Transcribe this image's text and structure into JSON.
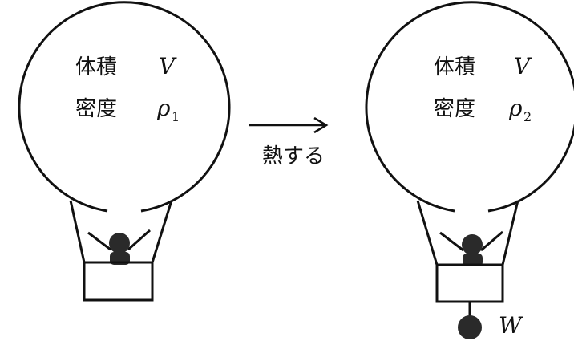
{
  "balloon_before": {
    "volume_label": "体積",
    "volume_var": "V",
    "density_label": "密度",
    "density_var": "ρ",
    "density_sub": "1"
  },
  "balloon_after": {
    "volume_label": "体積",
    "volume_var": "V",
    "density_label": "密度",
    "density_var": "ρ",
    "density_sub": "2"
  },
  "process": {
    "label": "熱する"
  },
  "weight": {
    "label": "W"
  }
}
